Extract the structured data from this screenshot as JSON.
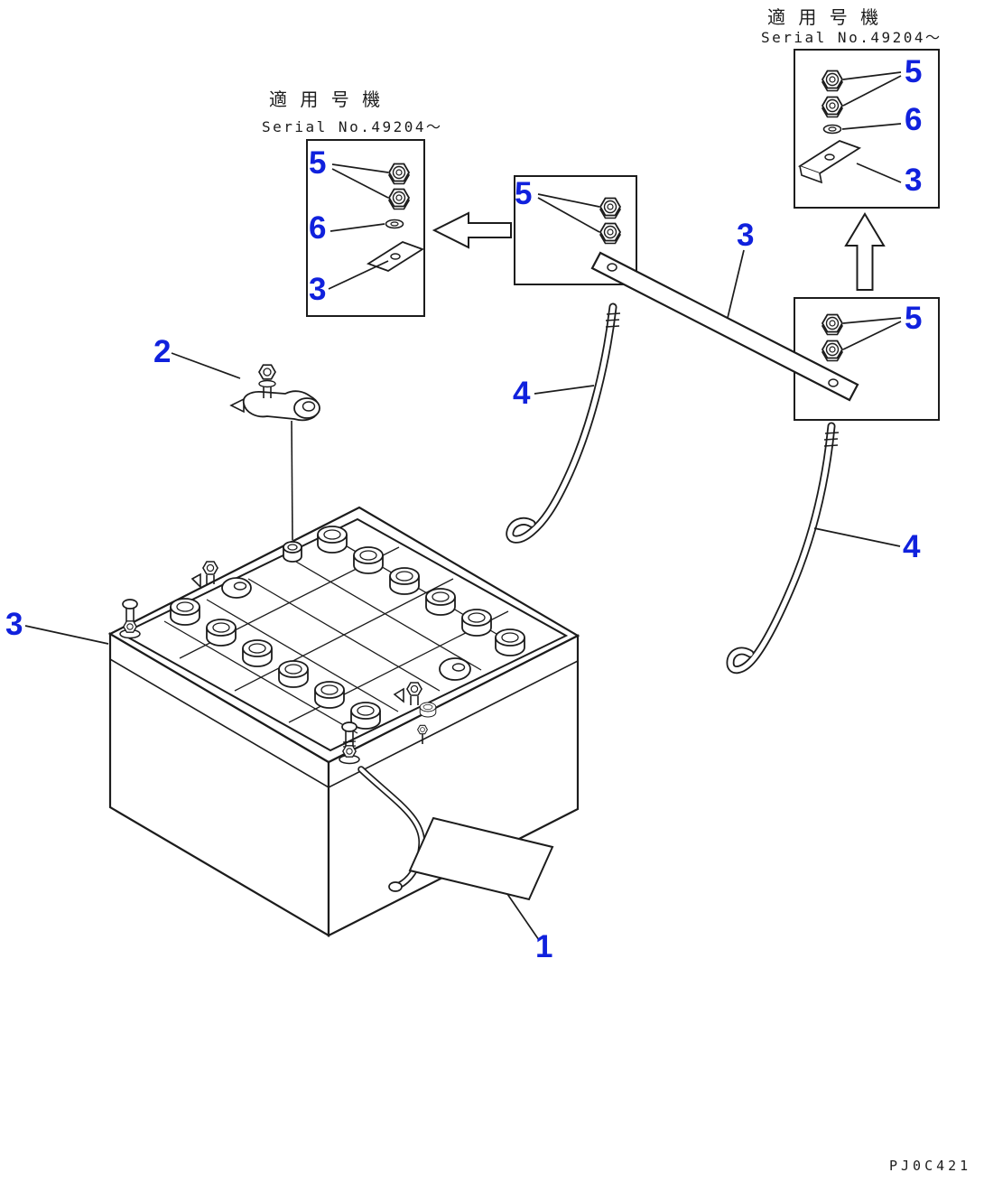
{
  "document": {
    "type": "parts-diagram",
    "subject": "battery-and-hold-down-frame",
    "drawing_code": "PJ0C421",
    "accent_color": "#1021dd",
    "line_color": "#1c1c1c",
    "background": "#ffffff"
  },
  "headers": {
    "left": {
      "title": "適 用 号 機",
      "serial": "Serial No.49204～"
    },
    "right": {
      "title": "適 用 号 機",
      "serial": "Serial No.49204～"
    }
  },
  "callouts": {
    "battery": "1",
    "terminal_clamp": "2",
    "frame_battery": "3",
    "frame_bar": "3",
    "frame_left_box": "3",
    "frame_top_right_box": "3",
    "bolt_left": "4",
    "bolt_right": "4",
    "nut_left_box": "5",
    "nut_mid_box": "5",
    "nut_top_right_box": "5",
    "nut_bottom_right_box": "5",
    "washer_left_box": "6",
    "washer_top_right_box": "6"
  },
  "icons": {
    "arrow_left": "block-arrow-left",
    "arrow_up": "block-arrow-up"
  }
}
